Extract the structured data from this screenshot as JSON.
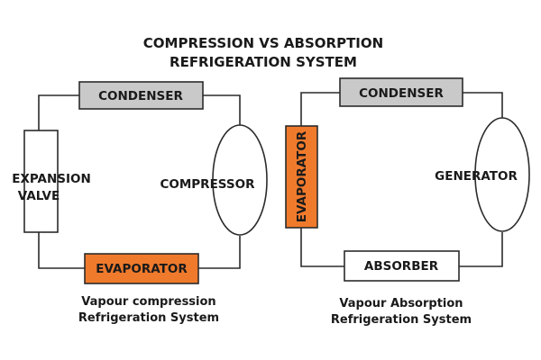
{
  "title": {
    "line1": "COMPRESSION VS ABSORPTION",
    "line2": "REFRIGERATION SYSTEM"
  },
  "colors": {
    "condenser_fill": "#c9c9c9",
    "evaporator_fill": "#f07a2c",
    "plain_fill": "#ffffff",
    "line": "#2b2b2b"
  },
  "compression_system": {
    "condenser": "CONDENSER",
    "expansion_valve_line1": "EXPANSION",
    "expansion_valve_line2": "VALVE",
    "compressor": "COMPRESSOR",
    "evaporator": "EVAPORATOR",
    "caption_line1": "Vapour compression",
    "caption_line2": "Refrigeration System"
  },
  "absorption_system": {
    "condenser": "CONDENSER",
    "evaporator": "EVAPORATOR",
    "generator": "GENERATOR",
    "absorber": "ABSORBER",
    "caption_line1": "Vapour Absorption",
    "caption_line2": "Refrigeration System"
  }
}
